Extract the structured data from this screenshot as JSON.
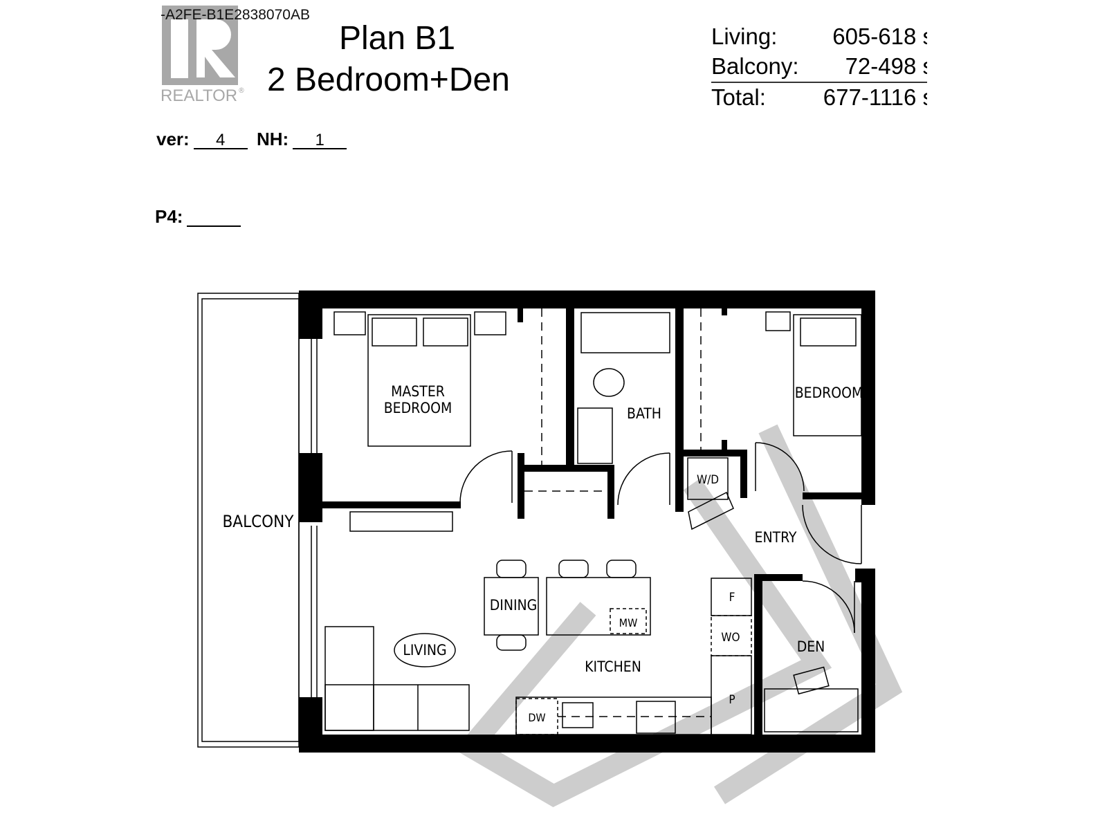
{
  "header": {
    "listing_code": "-A2FE-B1E2838070AB",
    "logo_text": "REALTOR®",
    "plan_name": "Plan B1",
    "plan_type": "2 Bedroom+Den"
  },
  "areas": [
    {
      "label": "Living:",
      "value": "605-618 s"
    },
    {
      "label": "Balcony:",
      "value": "72-498 s"
    },
    {
      "label": "Total:",
      "value": "677-1116 s"
    }
  ],
  "fields": {
    "tower_label": "ver:",
    "tower_value": "4",
    "nh_label": "NH:",
    "nh_value": "1",
    "p4_label": "P4:",
    "p4_value": ""
  },
  "rooms": {
    "master_bedroom_1": "MASTER",
    "master_bedroom_2": "BEDROOM",
    "bath": "BATH",
    "bedroom": "BEDROOM",
    "wd": "W/D",
    "balcony": "BALCONY",
    "entry": "ENTRY",
    "dining": "DINING",
    "mw": "MW",
    "living": "LIVING",
    "kitchen": "KITCHEN",
    "fridge": "F",
    "wall_oven": "WO",
    "pantry": "P",
    "den": "DEN",
    "dw": "DW"
  },
  "colors": {
    "walls": "#000000",
    "watermark": "#c8c8c8",
    "logo": "#a8a8a8"
  }
}
